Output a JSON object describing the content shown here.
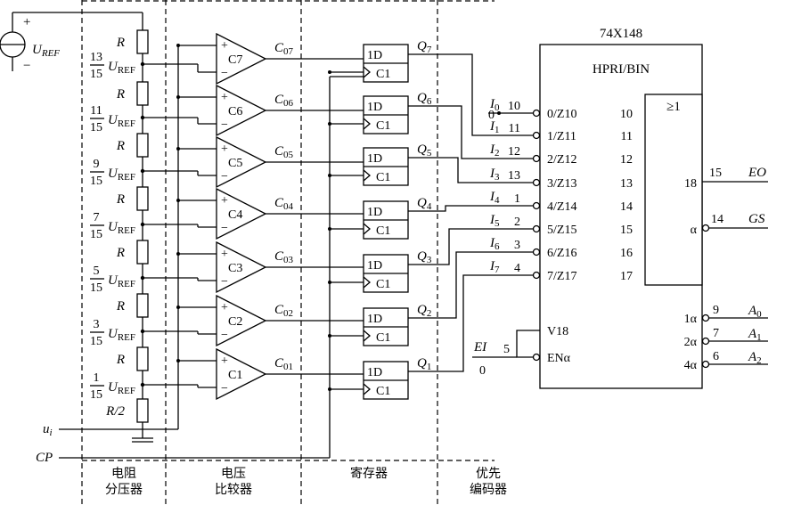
{
  "source": {
    "label_main": "U",
    "label_sub": "REF",
    "plus": "+",
    "minus": "−"
  },
  "resistors": [
    "R",
    "R",
    "R",
    "R",
    "R",
    "R",
    "R",
    "R/2"
  ],
  "taps": [
    {
      "num": "13",
      "den": "15",
      "u": "U",
      "sub": "REF"
    },
    {
      "num": "11",
      "den": "15",
      "u": "U",
      "sub": "REF"
    },
    {
      "num": "9",
      "den": "15",
      "u": "U",
      "sub": "REF"
    },
    {
      "num": "7",
      "den": "15",
      "u": "U",
      "sub": "REF"
    },
    {
      "num": "5",
      "den": "15",
      "u": "U",
      "sub": "REF"
    },
    {
      "num": "3",
      "den": "15",
      "u": "U",
      "sub": "REF"
    },
    {
      "num": "1",
      "den": "15",
      "u": "U",
      "sub": "REF"
    }
  ],
  "comparators": [
    {
      "name": "C7",
      "out": "C",
      "out_sub": "07"
    },
    {
      "name": "C6",
      "out": "C",
      "out_sub": "06"
    },
    {
      "name": "C5",
      "out": "C",
      "out_sub": "05"
    },
    {
      "name": "C4",
      "out": "C",
      "out_sub": "04"
    },
    {
      "name": "C3",
      "out": "C",
      "out_sub": "03"
    },
    {
      "name": "C2",
      "out": "C",
      "out_sub": "02"
    },
    {
      "name": "C1",
      "out": "C",
      "out_sub": "01"
    }
  ],
  "comp_signs": {
    "plus": "+",
    "minus": "−"
  },
  "flipflops": [
    {
      "d": "1D",
      "c": "C1",
      "q": "Q",
      "q_sub": "7"
    },
    {
      "d": "1D",
      "c": "C1",
      "q": "Q",
      "q_sub": "6"
    },
    {
      "d": "1D",
      "c": "C1",
      "q": "Q",
      "q_sub": "5"
    },
    {
      "d": "1D",
      "c": "C1",
      "q": "Q",
      "q_sub": "4"
    },
    {
      "d": "1D",
      "c": "C1",
      "q": "Q",
      "q_sub": "3"
    },
    {
      "d": "1D",
      "c": "C1",
      "q": "Q",
      "q_sub": "2"
    },
    {
      "d": "1D",
      "c": "C1",
      "q": "Q",
      "q_sub": "1"
    }
  ],
  "encoder": {
    "title": "74X148",
    "header": "HPRI/BIN",
    "ge": "≥1",
    "inputs": [
      {
        "sig": "I",
        "sub": "0",
        "pin": "10",
        "label": "0/Z10",
        "inner": "10",
        "const": "0"
      },
      {
        "sig": "I",
        "sub": "1",
        "pin": "11",
        "label": "1/Z11",
        "inner": "11"
      },
      {
        "sig": "I",
        "sub": "2",
        "pin": "12",
        "label": "2/Z12",
        "inner": "12"
      },
      {
        "sig": "I",
        "sub": "3",
        "pin": "13",
        "label": "3/Z13",
        "inner": "13"
      },
      {
        "sig": "I",
        "sub": "4",
        "pin": "1",
        "label": "4/Z14",
        "inner": "14"
      },
      {
        "sig": "I",
        "sub": "5",
        "pin": "2",
        "label": "5/Z15",
        "inner": "15"
      },
      {
        "sig": "I",
        "sub": "6",
        "pin": "3",
        "label": "6/Z16",
        "inner": "16"
      },
      {
        "sig": "I",
        "sub": "7",
        "pin": "4",
        "label": "7/Z17",
        "inner": "17"
      }
    ],
    "v18": "V18",
    "en": "ENα",
    "ei": "EI",
    "ei_pin": "5",
    "ei_val": "0",
    "eo": {
      "inner": "18",
      "pin": "15",
      "name": "EO"
    },
    "gs": {
      "inner": "α",
      "pin": "14",
      "name": "GS"
    },
    "outputs": [
      {
        "inner": "1α",
        "pin": "9",
        "name": "A",
        "sub": "0"
      },
      {
        "inner": "2α",
        "pin": "7",
        "name": "A",
        "sub": "1"
      },
      {
        "inner": "4α",
        "pin": "6",
        "name": "A",
        "sub": "2"
      }
    ]
  },
  "ui": {
    "main": "u",
    "sub": "i"
  },
  "cp": "CP",
  "sections": [
    {
      "line1": "电阻",
      "line2": "分压器"
    },
    {
      "line1": "电压",
      "line2": "比较器"
    },
    {
      "line1": "寄存器",
      "line2": ""
    },
    {
      "line1": "优先",
      "line2": "编码器"
    }
  ]
}
